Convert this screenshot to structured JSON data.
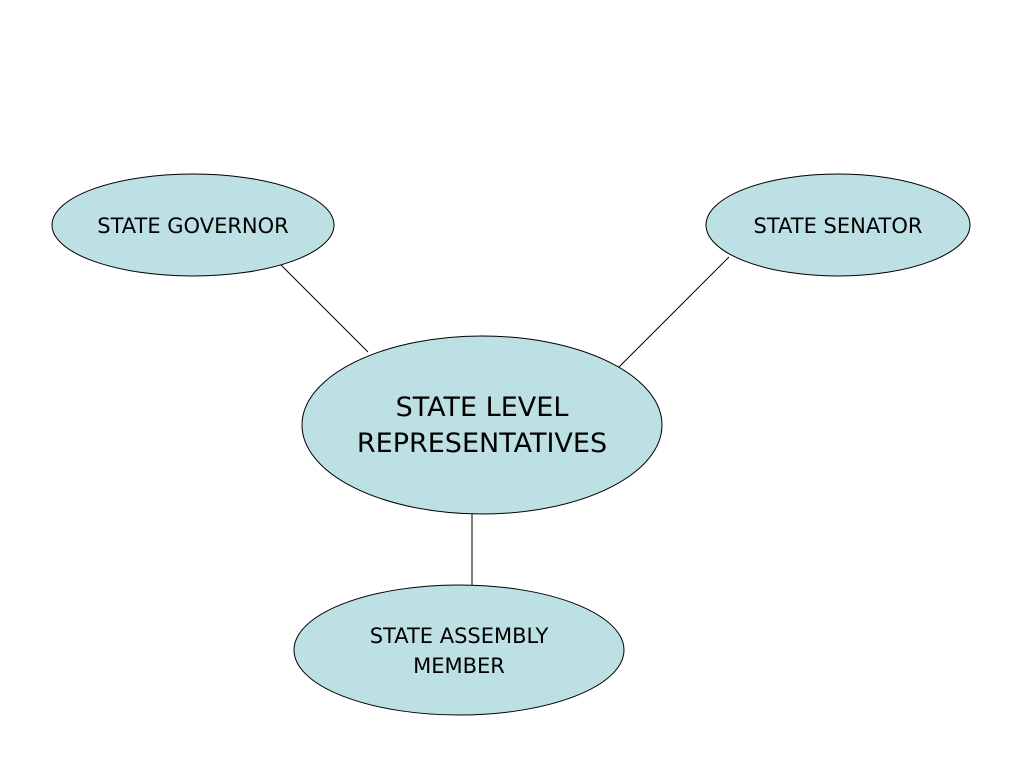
{
  "colors": {
    "node_fill": "#bde0e4",
    "node_stroke": "#000000",
    "connector": "#000000",
    "text": "#000000",
    "background": "#ffffff"
  },
  "nodes": {
    "center": {
      "line1": "STATE LEVEL",
      "line2": "REPRESENTATIVES"
    },
    "governor": {
      "label": "STATE GOVERNOR"
    },
    "senator": {
      "label": "STATE SENATOR"
    },
    "assembly": {
      "line1": "STATE ASSEMBLY",
      "line2": "MEMBER"
    }
  },
  "edges": [
    {
      "from": "center",
      "to": "governor"
    },
    {
      "from": "center",
      "to": "senator"
    },
    {
      "from": "center",
      "to": "assembly"
    }
  ]
}
